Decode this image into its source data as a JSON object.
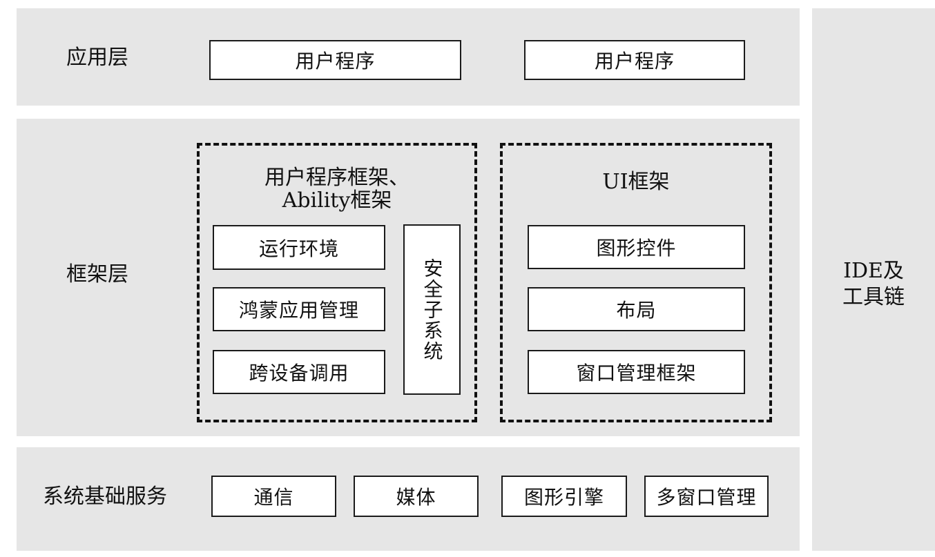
{
  "layers": {
    "app": {
      "label": "应用层",
      "programs": [
        "用户程序",
        "用户程序"
      ]
    },
    "framework": {
      "label": "框架层",
      "left_group": {
        "title_line1": "用户程序框架、",
        "title_line2": "Ability框架",
        "items": [
          "运行环境",
          "鸿蒙应用管理",
          "跨设备调用"
        ],
        "security": "安全子系统"
      },
      "right_group": {
        "title": "UI框架",
        "items": [
          "图形控件",
          "布局",
          "窗口管理框架"
        ]
      }
    },
    "system": {
      "label": "系统基础服务",
      "services": [
        "通信",
        "媒体",
        "图形引擎",
        "多窗口管理"
      ]
    }
  },
  "tools": {
    "line1": "IDE及",
    "line2": "工具链"
  },
  "colors": {
    "band": "#e6e6e6",
    "box_border": "#1a1a1a",
    "box_fill": "#ffffff"
  }
}
